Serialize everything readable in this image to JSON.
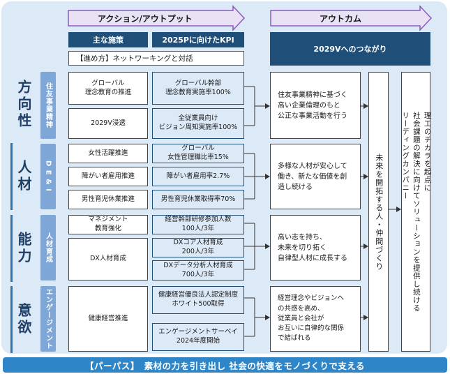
{
  "header": {
    "actions_outputs": "アクション/アウトプット",
    "outcome": "アウトカム",
    "main_measures": "主な施策",
    "kpi_2025": "2025Pに向けたKPI",
    "approach_note": "【進め方】ネットワーキングと対話",
    "link_2029v": "2029Vへのつながり"
  },
  "rows": {
    "direction": {
      "label": "方向性",
      "category": "住友事業精神",
      "measures": [
        "グローバル\n理念教育の推進",
        "2029V浸透"
      ],
      "kpis": [
        "グローバル幹部\n理念教育実施率100%",
        "全従業員向け\nビジョン周知実施率100%"
      ],
      "outcome": "住友事業精神に基づく\n高い企業倫理のもと\n公正な事業活動を行う"
    },
    "people": {
      "label": "人材",
      "category": "D E & I",
      "measures": [
        "女性活躍推進",
        "障がい者雇用推進",
        "男性育児休業推進"
      ],
      "kpis": [
        "グローバル\n女性管理職比率15%",
        "障がい者雇用率2.7%",
        "男性育児休業取得率70%"
      ],
      "outcome": "多様な人材が安心して\n働き、新たな価値を創\n造し続ける"
    },
    "ability": {
      "label": "能力",
      "category": "人材育成",
      "measures": [
        "マネジメント\n教育強化",
        "DX人材育成"
      ],
      "kpis": [
        "経営幹部研修参加人数\n100人/3年",
        "DXコア人材育成\n200人/3年",
        "DXデータ分析人材育成\n700人/3年"
      ],
      "outcome": "高い志を持ち、\n未来を切り拓く\n自律型人材に成長する"
    },
    "motivation": {
      "label": "意欲",
      "category": "エンゲージメント",
      "measures": [
        "健康経営推進"
      ],
      "kpis": [
        "健康経営優良法人認定制度\nホワイト500取得",
        "エンゲージメントサーベイ\n2024年度開始"
      ],
      "outcome": "経営理念やビジョンへ\nの共感を高め、\n従業員と会社が\nお互いに自律的な関係\nで結ばれる"
    }
  },
  "vertical_outcomes": {
    "pioneer": "未来を開拓する人・仲間づくり",
    "leading_company": "理工のチカラを起点に\n社会課題の解決に向けてソリューションを提供し続ける\nリーディングカンパニー"
  },
  "footer": {
    "purpose": "【パーパス】　素材の力を引き出し 社会の快適をモノづくりで支える"
  },
  "colors": {
    "frame_bg": "#dce9f6",
    "dark_blue": "#1f4e79",
    "category_blue": "#7ea6d6",
    "footer_blue": "#2e86c8",
    "arrow_fill": "#e8e2f4"
  }
}
